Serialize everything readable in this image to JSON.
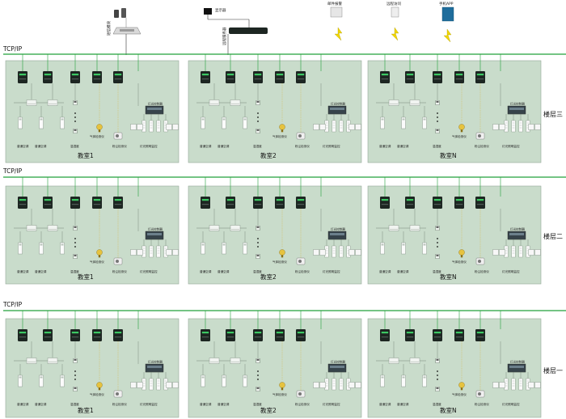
{
  "network": {
    "label": "TCP/IP"
  },
  "top_devices": {
    "display": "显示器",
    "server": "远程服务器",
    "gsm": "短信模块",
    "alarm": "邮件报警",
    "remote": "远程访问",
    "app": "手机APP"
  },
  "floors": [
    {
      "name": "楼层三",
      "rooms": [
        "教室1",
        "教室2",
        "教室N"
      ]
    },
    {
      "name": "楼层二",
      "rooms": [
        "教室1",
        "教室2",
        "教室N"
      ]
    },
    {
      "name": "楼层一",
      "rooms": [
        "教室1",
        "教室2",
        "教室N"
      ]
    }
  ],
  "devices": {
    "ac": "普通空调",
    "temp": "温湿度",
    "gas": "气体检测仪",
    "dust": "粉尘检测仪",
    "light": "灯光照明监控",
    "lightctrl": "灯光控制器"
  },
  "colors": {
    "bus": "#22a03a",
    "panel": "#c9dccb",
    "panel_stroke": "#95a898"
  }
}
